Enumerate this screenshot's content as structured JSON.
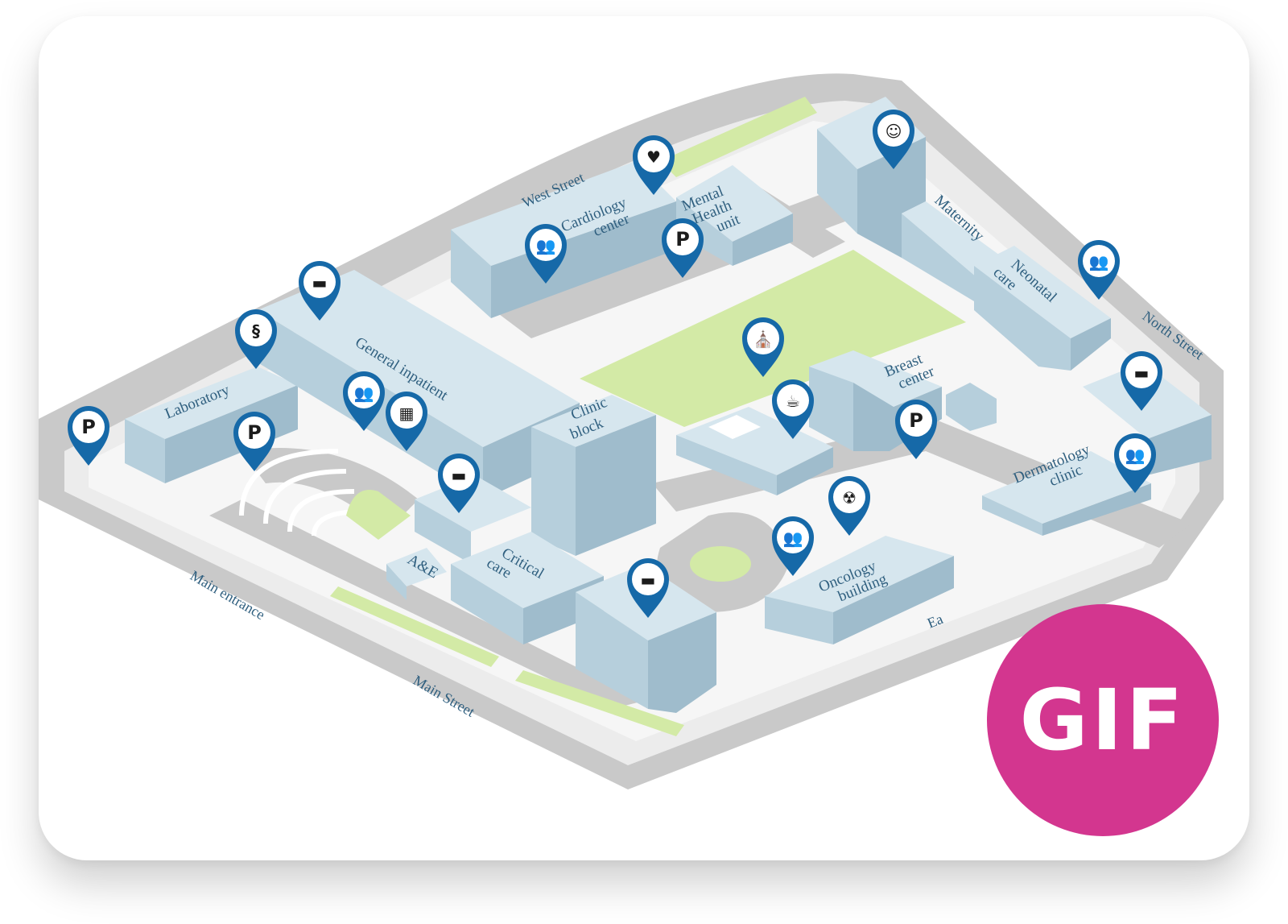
{
  "colors": {
    "road": "#c9c9c9",
    "road_edge": "#e4e4e4",
    "grass": "#d3eaa6",
    "building_top": "#d6e6ee",
    "building_left": "#b6cfdc",
    "building_right": "#9fbccc",
    "pin": "#1669a8",
    "label": "#2f5f7f",
    "badge": "#d3368f"
  },
  "streets": {
    "west": "West Street",
    "north": "North Street",
    "main": "Main Street",
    "main_entrance": "Main entrance",
    "east_partial": "Ea"
  },
  "buildings": {
    "cardiology": [
      "Cardiology",
      "center"
    ],
    "mental_health": [
      "Mental",
      "Health",
      "unit"
    ],
    "maternity": [
      "Maternity"
    ],
    "neonatal": [
      "Neonatal",
      "care"
    ],
    "general_inpatient": [
      "General inpatient"
    ],
    "laboratory": [
      "Laboratory"
    ],
    "clinic_block": [
      "Clinic",
      "block"
    ],
    "breast_center": [
      "Breast",
      "center"
    ],
    "dermatology": [
      "Dermatology",
      "clinic"
    ],
    "ae": [
      "A&E"
    ],
    "critical_care": [
      "Critical",
      "care"
    ],
    "oncology": [
      "Oncology",
      "building"
    ]
  },
  "pins": [
    {
      "icon": "baby-icon",
      "glyph": "☺"
    },
    {
      "icon": "heart-pulse-icon",
      "glyph": "♥"
    },
    {
      "icon": "reception-icon",
      "glyph": "👥"
    },
    {
      "icon": "parking-icon",
      "glyph": "P"
    },
    {
      "icon": "reception-icon",
      "glyph": "👥"
    },
    {
      "icon": "bed-icon",
      "glyph": "▬"
    },
    {
      "icon": "dna-icon",
      "glyph": "§"
    },
    {
      "icon": "church-icon",
      "glyph": "⛪"
    },
    {
      "icon": "coffee-icon",
      "glyph": "☕"
    },
    {
      "icon": "bed-icon",
      "glyph": "▬"
    },
    {
      "icon": "reception-icon",
      "glyph": "👥"
    },
    {
      "icon": "atm-icon",
      "glyph": "▦"
    },
    {
      "icon": "parking-icon",
      "glyph": "P"
    },
    {
      "icon": "parking-icon",
      "glyph": "P"
    },
    {
      "icon": "parking-icon",
      "glyph": "P"
    },
    {
      "icon": "bed-icon",
      "glyph": "▬"
    },
    {
      "icon": "radiation-icon",
      "glyph": "☢"
    },
    {
      "icon": "reception-icon",
      "glyph": "👥"
    },
    {
      "icon": "reception-icon",
      "glyph": "👥"
    },
    {
      "icon": "bed-icon",
      "glyph": "▬"
    }
  ],
  "badge": {
    "text": "GIF"
  }
}
